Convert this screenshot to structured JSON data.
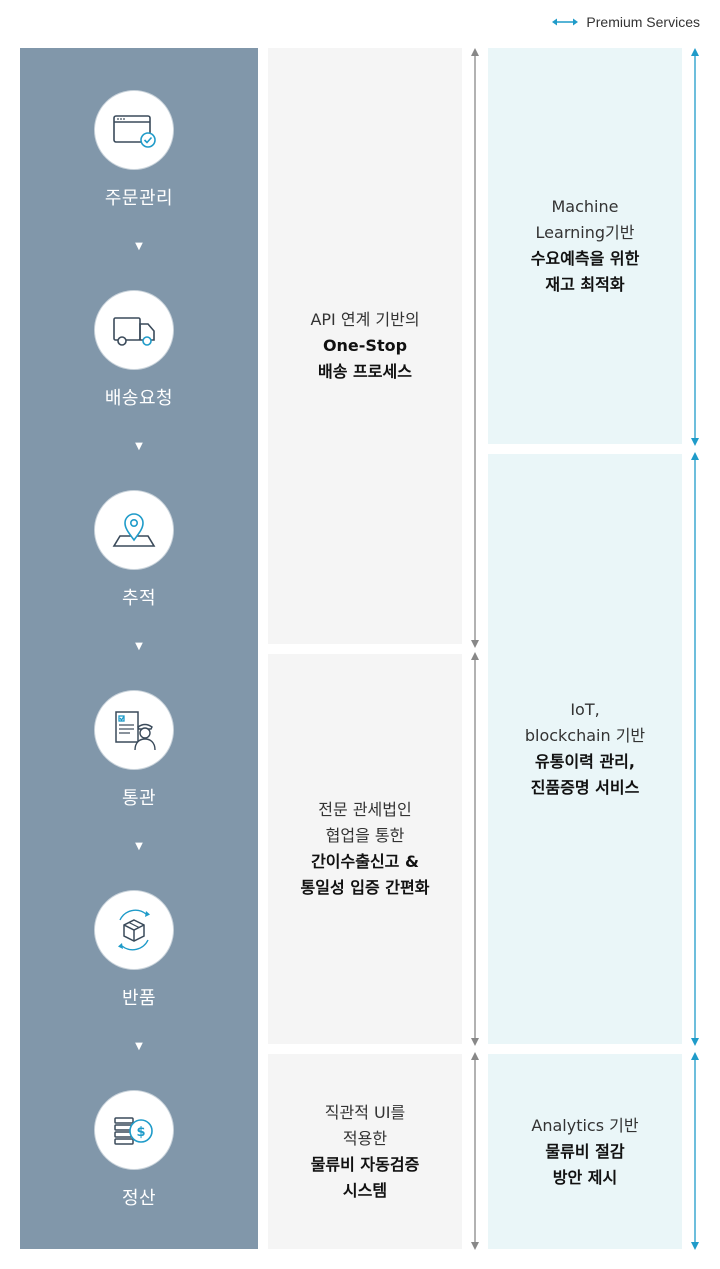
{
  "legend": {
    "label": "Premium Services",
    "color": "#1f9bc9"
  },
  "steps": [
    {
      "label": "주문관리",
      "icon": "browser-window-check-icon"
    },
    {
      "label": "배송요청",
      "icon": "delivery-truck-icon"
    },
    {
      "label": "추적",
      "icon": "location-pin-map-icon"
    },
    {
      "label": "통관",
      "icon": "customs-officer-document-icon"
    },
    {
      "label": "반품",
      "icon": "return-box-icon"
    },
    {
      "label": "정산",
      "icon": "coins-dollar-icon"
    }
  ],
  "step_arrow": "▼",
  "standard_services": [
    {
      "lines": [
        "API 연계 기반의"
      ],
      "bold": [
        "One-Stop",
        "배송 프로세스"
      ]
    },
    {
      "lines": [
        "전문 관세법인",
        "협업을 통한"
      ],
      "bold": [
        "간이수출신고 &",
        "통일성 입증 간편화"
      ]
    },
    {
      "lines": [
        "직관적 UI를",
        "적용한"
      ],
      "bold": [
        "물류비 자동검증",
        "시스템"
      ]
    }
  ],
  "premium_services": [
    {
      "lines": [
        "Machine",
        "Learning기반"
      ],
      "bold": [
        "수요예측을 위한",
        "재고 최적화"
      ]
    },
    {
      "lines": [
        "IoT,",
        "blockchain 기반"
      ],
      "bold": [
        "유통이력 관리,",
        "진품증명 서비스"
      ]
    },
    {
      "lines": [
        "Analytics 기반"
      ],
      "bold": [
        "물류비 절감",
        "방안 제시"
      ]
    }
  ],
  "colors": {
    "left_column": "#8197aa",
    "standard_bg": "#f5f5f5",
    "premium_bg": "#eaf6f8",
    "grey_arrow": "#888888",
    "blue_arrow": "#1f9bc9"
  }
}
